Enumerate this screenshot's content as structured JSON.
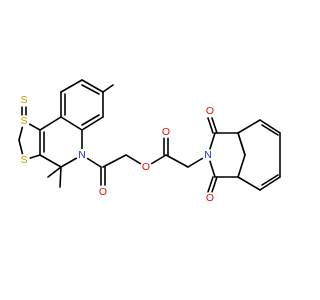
{
  "diagram": {
    "type": "chemical-structure",
    "colors": {
      "bond": "#000000",
      "S": "#b5a800",
      "N": "#2033e0",
      "O": "#e01010",
      "background": "#ffffff"
    },
    "atom_labels": {
      "s_thione": "S",
      "s_ring_1": "S",
      "s_ring_2": "S",
      "n_quinoline": "N",
      "o_amide": "O",
      "o_ester_link": "O",
      "o_ester_carbonyl": "O",
      "n_phthalimide": "N",
      "o_imide_top": "O",
      "o_imide_bottom": "O"
    }
  }
}
